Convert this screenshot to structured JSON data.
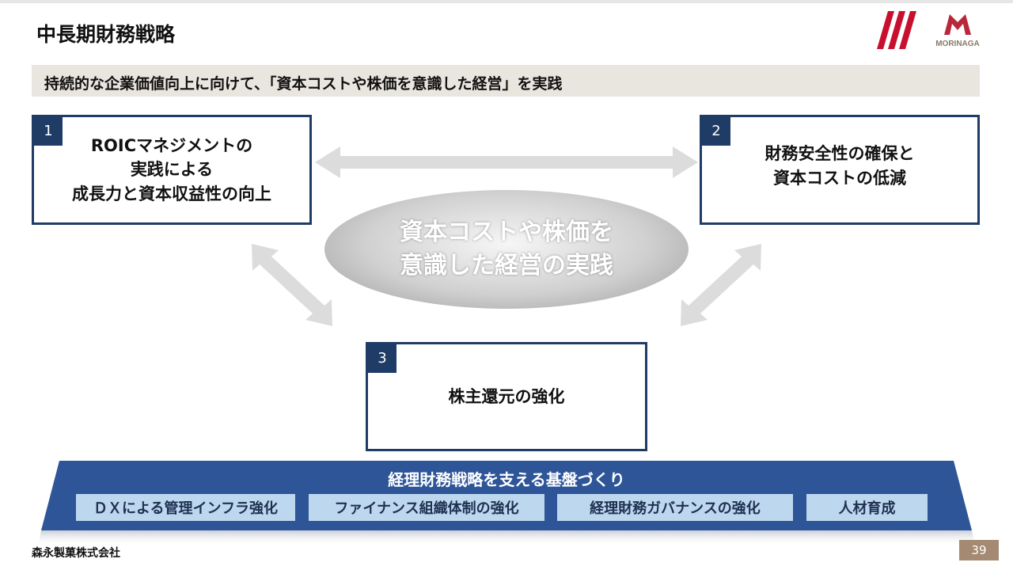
{
  "header": {
    "title": "中長期財務戦略",
    "logo_text": "MORINAGA"
  },
  "banner": "持続的な企業価値向上に向けて、「資本コストや株価を意識した経営」を実践",
  "pillars": [
    {
      "number": "1",
      "lines": [
        "ROICマネジメントの",
        "実践による",
        "成長力と資本収益性の向上"
      ]
    },
    {
      "number": "2",
      "lines": [
        "財務安全性の確保と",
        "資本コストの低減"
      ]
    },
    {
      "number": "3",
      "lines": [
        "株主還元の強化"
      ]
    }
  ],
  "center": {
    "lines": [
      "資本コストや株価を",
      "意識した経営の実践"
    ]
  },
  "foundation": {
    "title": "経理財務戦略を支える基盤づくり",
    "items": [
      "ＤＸによる管理インフラ強化",
      "ファイナンス組織体制の強化",
      "経理財務ガバナンスの強化",
      "人材育成"
    ]
  },
  "footer": {
    "company": "森永製菓株式会社",
    "page": "39"
  },
  "colors": {
    "navy": "#1f3c66",
    "platform": "#2e5597",
    "sub": "#bdd7ee",
    "brand_red": "#c8102e"
  }
}
